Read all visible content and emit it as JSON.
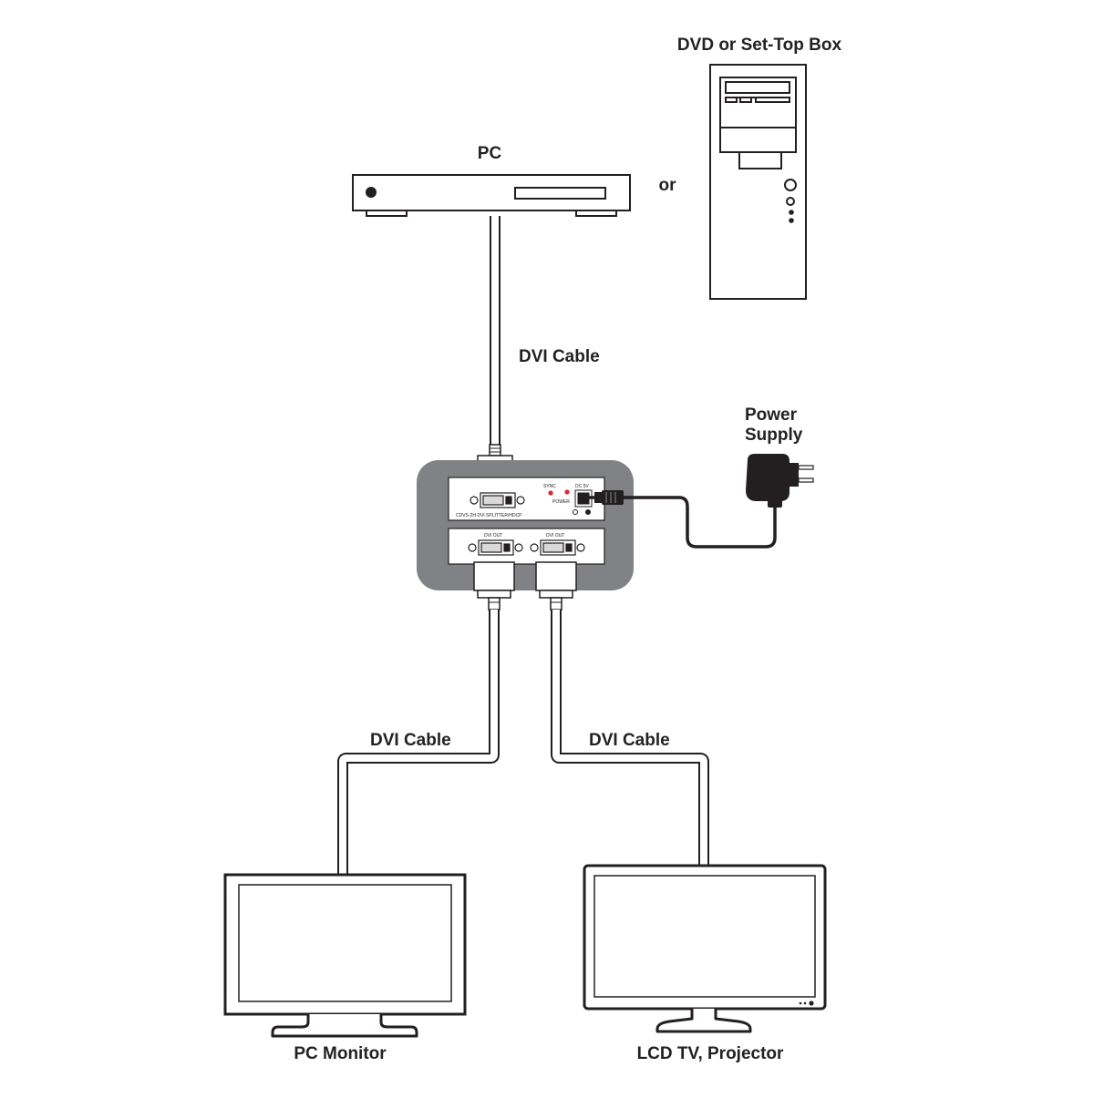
{
  "labels": {
    "dvd_box": "DVD or Set-Top Box",
    "pc": "PC",
    "or": "or",
    "dvi_cable_top": "DVI Cable",
    "power_supply_line1": "Power",
    "power_supply_line2": "Supply",
    "dvi_cable_left": "DVI Cable",
    "dvi_cable_right": "DVI Cable",
    "pc_monitor": "PC Monitor",
    "lcd_tv": "LCD TV, Projector"
  },
  "splitter": {
    "sync_label": "SYNC",
    "dc_label": "DC 5V",
    "power_label": "POWER",
    "model_label": "CDVS-2H DVI SPLITTER/HDCP",
    "out1_label": "DVI OUT",
    "out2_label": "DVI OUT"
  },
  "colors": {
    "splitter_body": "#808285",
    "led": "#e0262b",
    "stroke": "#231f20"
  }
}
